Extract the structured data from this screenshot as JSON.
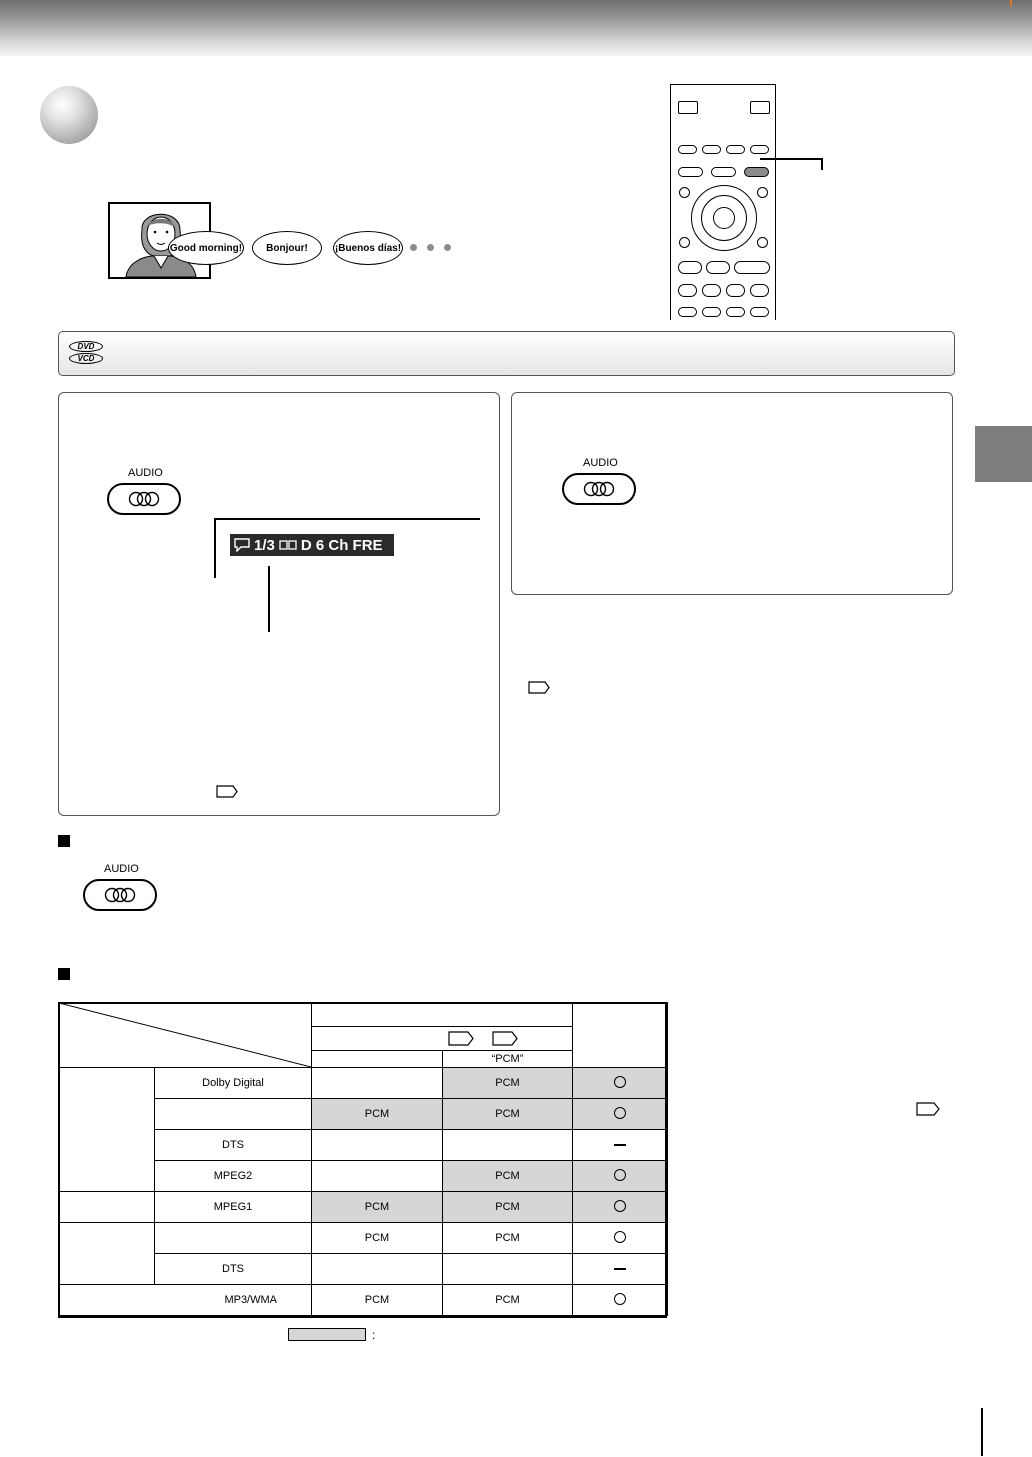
{
  "illustration": {
    "speech_bubbles": [
      "Good morning!",
      "Bonjour!",
      "¡Buenos días!"
    ]
  },
  "disc_badges": [
    "DVD",
    "VCD"
  ],
  "panel_left": {
    "audio_label": "AUDIO",
    "osd": {
      "track": "1/3",
      "format": "D 6 Ch FRE"
    }
  },
  "panel_right": {
    "audio_label": "AUDIO"
  },
  "section_audio": {
    "audio_label": "AUDIO"
  },
  "table": {
    "header_sub": "“PCM”",
    "rows": [
      {
        "format": "Dolby Digital",
        "c1": "",
        "c1_shaded": false,
        "c2": "PCM",
        "c2_shaded": true,
        "c3": "circle",
        "c3_shaded": true
      },
      {
        "format": "",
        "c1": "PCM",
        "c1_shaded": true,
        "c2": "PCM",
        "c2_shaded": true,
        "c3": "circle",
        "c3_shaded": true
      },
      {
        "format": "DTS",
        "c1": "",
        "c1_shaded": false,
        "c2": "",
        "c2_shaded": false,
        "c3": "dash",
        "c3_shaded": false
      },
      {
        "format": "MPEG2",
        "c1": "",
        "c1_shaded": false,
        "c2": "PCM",
        "c2_shaded": true,
        "c3": "circle",
        "c3_shaded": true
      },
      {
        "format": "MPEG1",
        "c1": "PCM",
        "c1_shaded": true,
        "c2": "PCM",
        "c2_shaded": true,
        "c3": "circle",
        "c3_shaded": true
      },
      {
        "format": "",
        "c1": "PCM",
        "c1_shaded": false,
        "c2": "PCM",
        "c2_shaded": false,
        "c3": "circle",
        "c3_shaded": false
      },
      {
        "format": "DTS",
        "c1": "",
        "c1_shaded": false,
        "c2": "",
        "c2_shaded": false,
        "c3": "dash",
        "c3_shaded": false
      },
      {
        "format": "MP3/WMA",
        "c1": "PCM",
        "c1_shaded": false,
        "c2": "PCM",
        "c2_shaded": false,
        "c3": "circle",
        "c3_shaded": false
      }
    ],
    "legend_colon": ":",
    "shade_color": "#d6d6d6"
  }
}
